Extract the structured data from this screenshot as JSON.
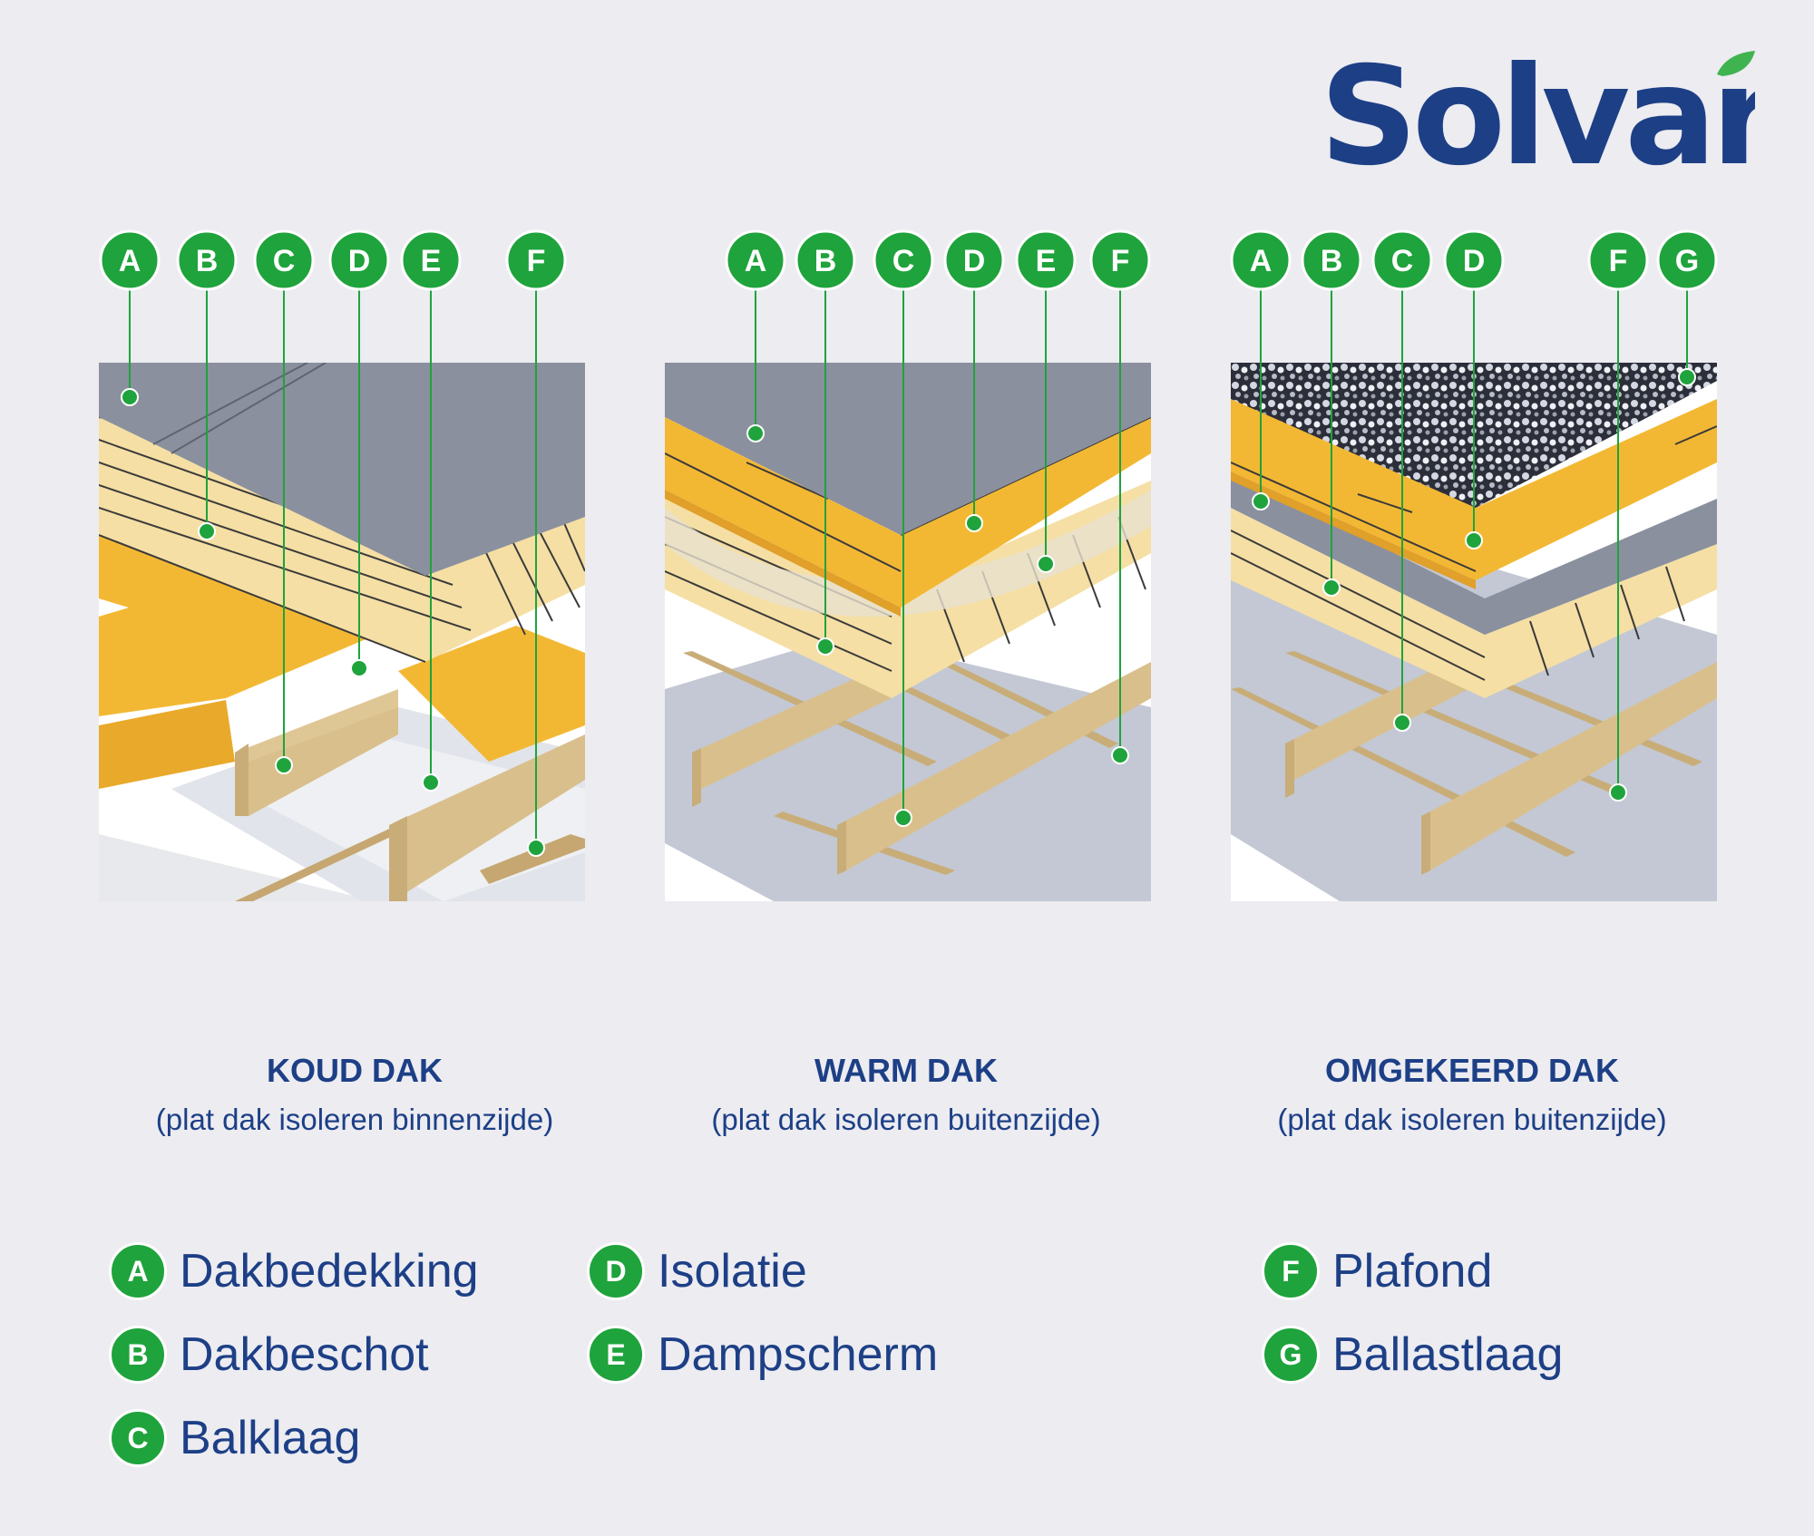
{
  "brand": {
    "name": "Solvari",
    "text_color": "#1d3f86",
    "leaf_color": "#3fb34f"
  },
  "colors": {
    "background": "#ececf1",
    "marker_green": "#1fa33c",
    "membrane_gray": "#8a909e",
    "insulation_yellow": "#f3b833",
    "wood_light": "#f5dfa4",
    "wood_beam": "#d9bf8c",
    "ceiling_blue_gray": "#c3c8d4",
    "caption_blue": "#1d3f86"
  },
  "diagrams": [
    {
      "id": "koud",
      "title": "KOUD DAK",
      "subtitle": "(plat dak isoleren binnenzijde)",
      "markers": [
        "A",
        "B",
        "C",
        "D",
        "E",
        "F"
      ]
    },
    {
      "id": "warm",
      "title": "WARM DAK",
      "subtitle": "(plat dak isoleren buitenzijde)",
      "markers": [
        "A",
        "B",
        "C",
        "D",
        "E",
        "F"
      ]
    },
    {
      "id": "omgekeerd",
      "title": "OMGEKEERD DAK",
      "subtitle": "(plat dak isoleren buitenzijde)",
      "markers": [
        "A",
        "B",
        "C",
        "D",
        "F",
        "G"
      ]
    }
  ],
  "legend": [
    {
      "letter": "A",
      "label": "Dakbedekking"
    },
    {
      "letter": "B",
      "label": "Dakbeschot"
    },
    {
      "letter": "C",
      "label": "Balklaag"
    },
    {
      "letter": "D",
      "label": "Isolatie"
    },
    {
      "letter": "E",
      "label": "Dampscherm"
    },
    {
      "letter": "F",
      "label": "Plafond"
    },
    {
      "letter": "G",
      "label": "Ballastlaag"
    }
  ]
}
